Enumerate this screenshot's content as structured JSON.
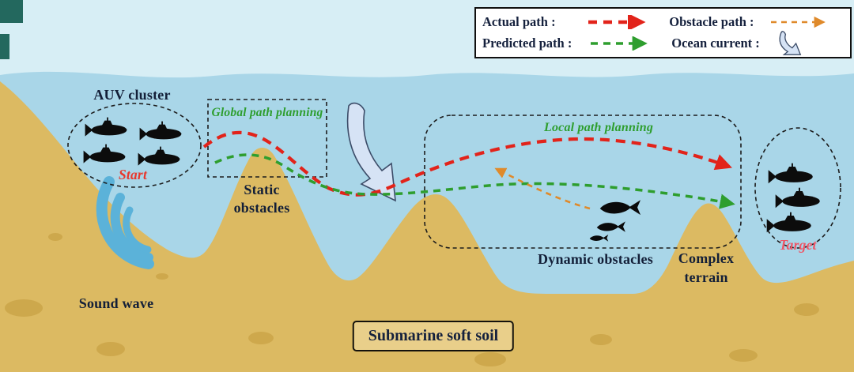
{
  "colors": {
    "sky": "#d7eef5",
    "water": "#a9d6e8",
    "sand": "#dcba62",
    "sand_spot": "#c9a245",
    "sound_wave": "#5bb2d9",
    "actual_path": "#e2231a",
    "predicted_path": "#2e9e2e",
    "obstacle_path": "#df8a2b",
    "ocean_current_fill": "#d6e3f5",
    "ocean_current_stroke": "#3c4c68",
    "outline_dash": "#1c1c1c",
    "label_text": "#131f38",
    "start_text": "#e8372c",
    "target_text": "#ee5566"
  },
  "legend": {
    "items": [
      {
        "label": "Actual path :"
      },
      {
        "label": "Obstacle path :"
      },
      {
        "label": "Predicted path :"
      },
      {
        "label": "Ocean current :"
      }
    ]
  },
  "labels": {
    "auv_cluster": "AUV cluster",
    "start": "Start",
    "global_path_planning": "Global path planning",
    "static_obstacles_1": "Static",
    "static_obstacles_2": "obstacles",
    "local_path_planning": "Local path planning",
    "dynamic_obstacles": "Dynamic obstacles",
    "complex_terrain_1": "Complex",
    "complex_terrain_2": "terrain",
    "target": "Target",
    "sound_wave": "Sound wave",
    "submarine_soft_soil": "Submarine soft soil"
  }
}
